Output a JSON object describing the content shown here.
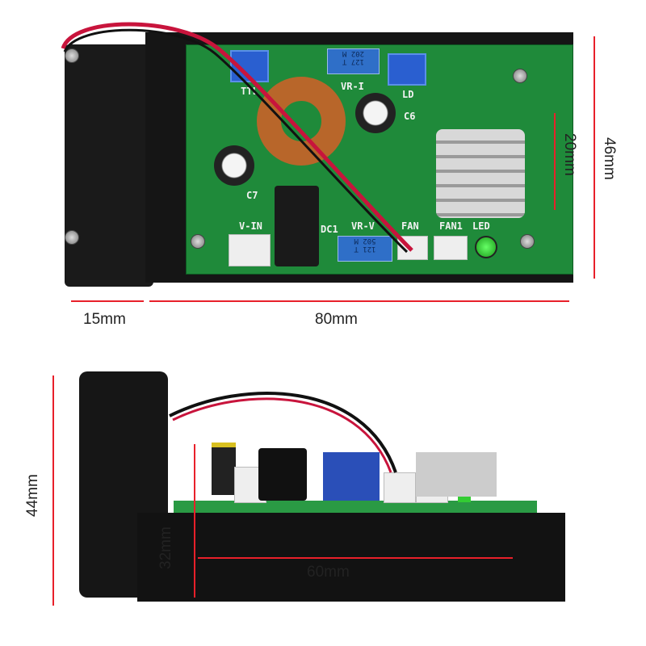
{
  "pcb_labels": {
    "ttl": "TTL",
    "vr_i": "VR-I",
    "ld": "LD",
    "c6": "C6",
    "c7": "C7",
    "v_in": "V-IN",
    "dc1": "DC1",
    "vr_v": "VR-V",
    "fan": "FAN",
    "fan1": "FAN1",
    "led": "LED"
  },
  "pot_top": {
    "line1": "127 T",
    "line2": "202 M"
  },
  "pot_bottom": {
    "line1": "121 T",
    "line2": "502 M"
  },
  "dimensions": {
    "height_top": "46mm",
    "hole_spacing": "20mm",
    "fan_width": "15mm",
    "length": "80mm",
    "height_side": "44mm",
    "heatsink_height": "32mm",
    "hole_span": "60mm"
  },
  "colors": {
    "dimension_arrow": "#e8202a",
    "pcb": "#1f8a3a",
    "heatsink": "#111111"
  }
}
